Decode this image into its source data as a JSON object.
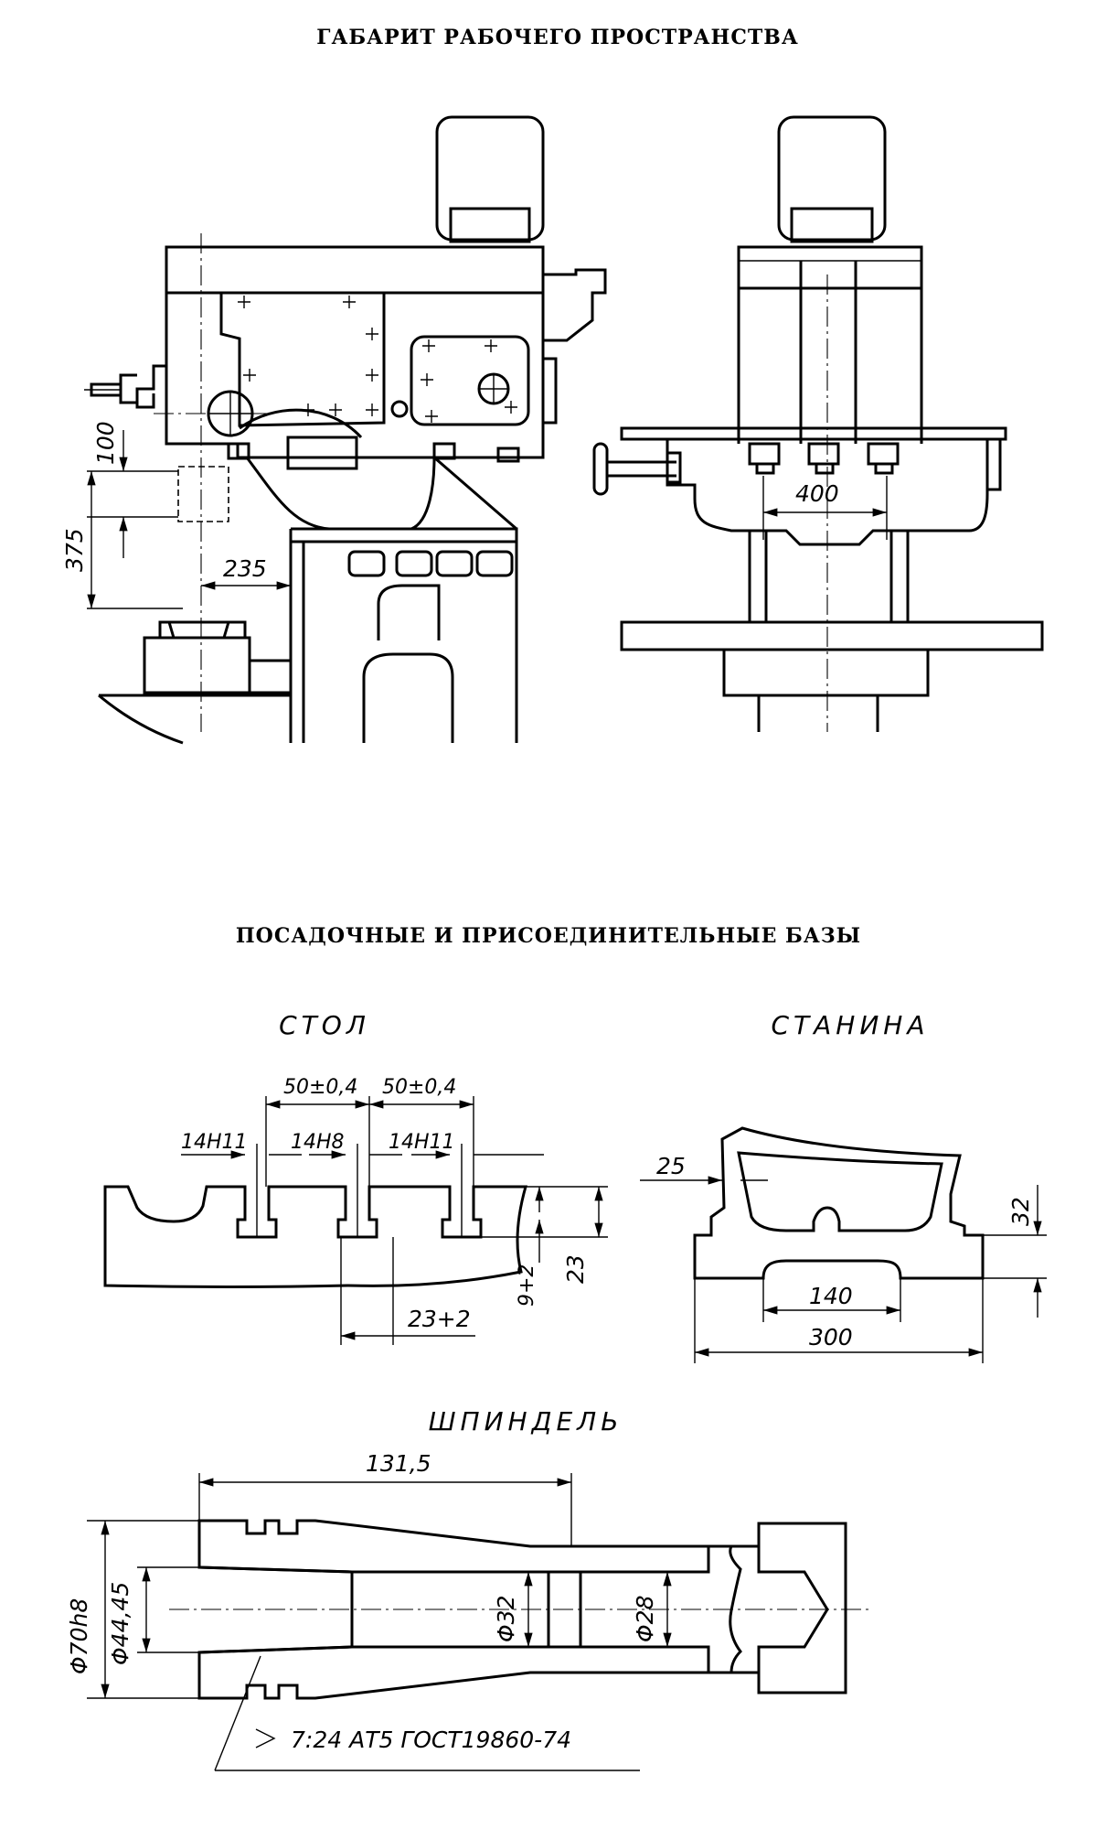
{
  "headings": {
    "workspace": "ГАБАРИТ РАБОЧЕГО ПРОСТРАНСТВА",
    "bases": "ПОСАДОЧНЫЕ И ПРИСОЕДИНИТЕЛЬНЫЕ БАЗЫ"
  },
  "views": {
    "table": "СТОЛ",
    "bed": "СТАНИНА",
    "spindle": "ШПИНДЕЛЬ"
  },
  "dimensions": {
    "workspace": {
      "d100": "100",
      "d375": "375",
      "d235": "235",
      "d400": "400"
    },
    "table": {
      "spacing_left": "50±0,4",
      "spacing_right": "50±0,4",
      "slot_left": "14H11",
      "slot_center": "14H8",
      "slot_right": "14H11",
      "slot_depth": "9+2",
      "slot_height": "23",
      "slot_head": "23+2"
    },
    "bed": {
      "d25": "25",
      "d32": "32",
      "d140": "140",
      "d300": "300"
    },
    "spindle": {
      "length": "131,5",
      "d_outer": "Φ70h8",
      "d_taper": "Φ44,45",
      "d_bore": "Φ32",
      "d_inner": "Φ28",
      "taper_note": "7:24 АТ5 ГОСТ19860-74"
    }
  }
}
